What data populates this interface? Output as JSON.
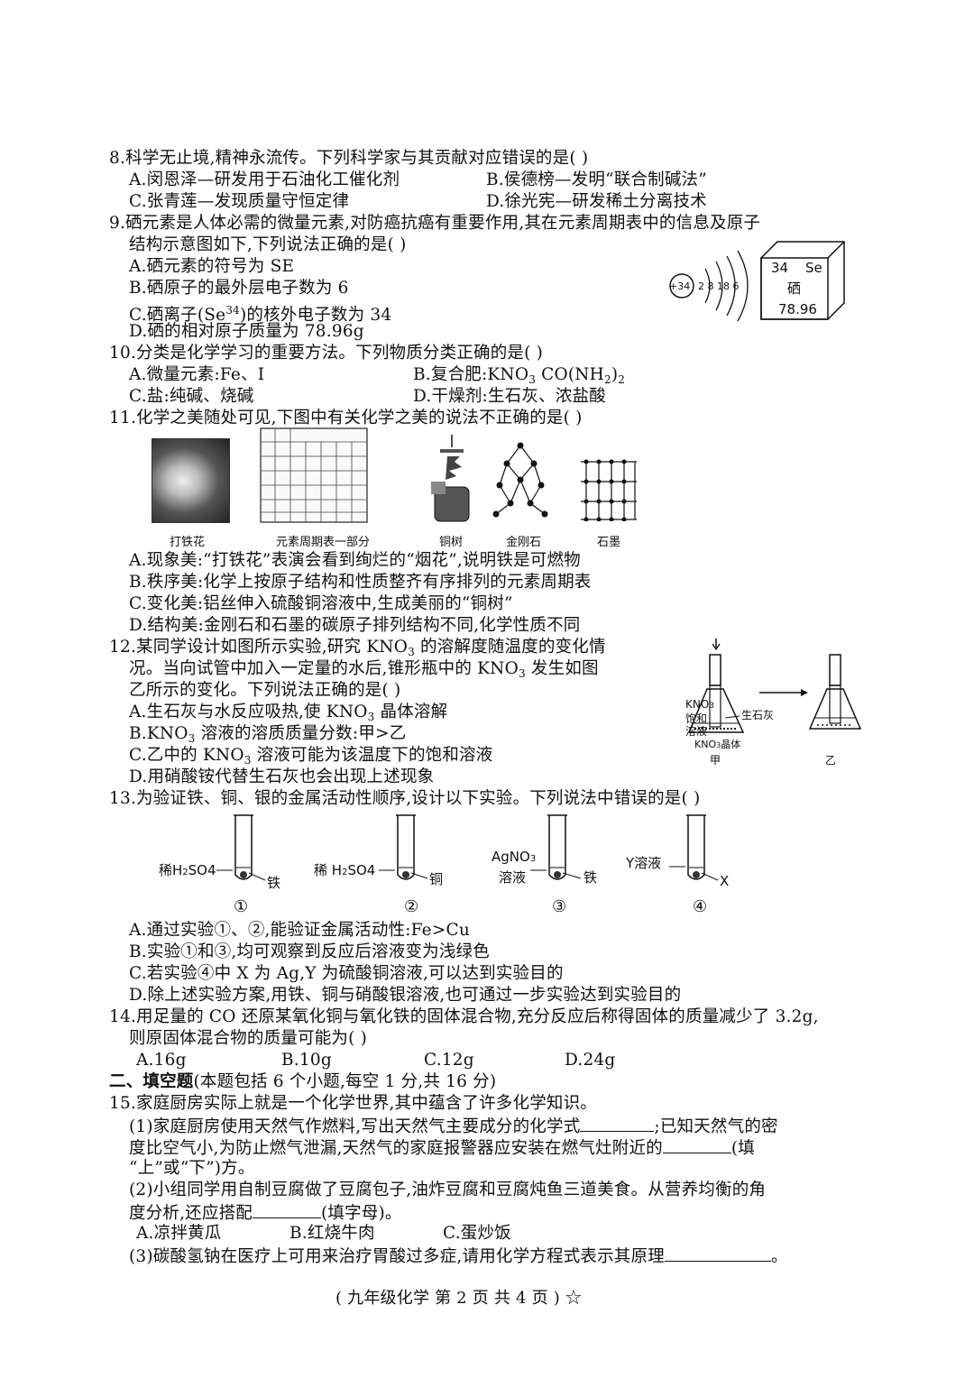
{
  "q8": {
    "stem": "8.科学无止境,精神永流传。下列科学家与其贡献对应错误的是(        )",
    "a": "A.闵恩泽—研发用于石油化工催化剂",
    "b": "B.侯德榜—发明“联合制碱法”",
    "c": "C.张青莲—发现质量守恒定律",
    "d": "D.徐光宪—研发稀土分离技术"
  },
  "q9": {
    "stem1": "9.硒元素是人体必需的微量元素,对防癌抗癌有重要作用,其在元素周期表中的信息及原子",
    "stem2": "结构示意图如下,下列说法正确的是(        )",
    "a": "A.硒元素的符号为 SE",
    "b": "B.硒原子的最外层电子数为 6",
    "c_pre": "C.硒离子(Se",
    "c_sup": "34",
    "c_post": ")的核外电子数为 34",
    "d": "D.硒的相对原子质量为 78.96g",
    "atom_nucleus": "+34",
    "atom_shells": "2 8 18 6",
    "cell_number": "34",
    "cell_symbol": "Se",
    "cell_name": "硒",
    "cell_mass": "78.96"
  },
  "q10": {
    "stem": "10.分类是化学学习的重要方法。下列物质分类正确的是(        )",
    "a": "A.微量元素:Fe、I",
    "b_pre": "B.复合肥:KNO",
    "b_mid": " CO(NH",
    "b_post": ")",
    "sub3": "3",
    "sub2": "2",
    "c": "C.盐:纯碱、烧碱",
    "d": "D.干燥剂:生石灰、浓盐酸"
  },
  "q11": {
    "stem": "11.化学之美随处可见,下图中有关化学之美的说法不正确的是(        )",
    "captions": [
      "打铁花",
      "元素周期表一部分",
      "铜树",
      "金刚石",
      "石墨"
    ],
    "a": "A.现象美:“打铁花”表演会看到绚烂的“烟花”,说明铁是可燃物",
    "b": "B.秩序美:化学上按原子结构和性质整齐有序排列的元素周期表",
    "c": "C.变化美:铝丝伸入硫酸铜溶液中,生成美丽的“铜树”",
    "d": "D.结构美:金刚石和石墨的碳原子排列结构不同,化学性质不同"
  },
  "q12": {
    "stem1_pre": "12.某同学设计如图所示实验,研究 KNO",
    "stem1_post": " 的溶解度随温度的变化情",
    "stem2_pre": "况。当向试管中加入一定量的水后,锥形瓶中的 KNO",
    "stem2_post": " 发生如图",
    "stem3": "乙所示的变化。下列说法正确的是(        )",
    "a_pre": "A.生石灰与水反应吸热,使 KNO",
    "a_post": " 晶体溶解",
    "b_pre": "B.KNO",
    "b_post": " 溶液的溶质质量分数:甲>乙",
    "c_pre": "C.乙中的 KNO",
    "c_post": " 溶液可能为该温度下的饱和溶液",
    "d": "D.用硝酸铵代替生石灰也会出现上述现象",
    "fig_label_kno3": "KNO",
    "fig_label_sat1": "饱和",
    "fig_label_sat2": "溶液",
    "fig_label_cao": "生石灰",
    "fig_label_crystal": "KNO",
    "fig_label_crystal_post": "晶体",
    "fig_jia": "甲",
    "fig_yi": "乙"
  },
  "q13": {
    "stem": "13.为验证铁、铜、银的金属活动性顺序,设计以下实验。下列说法中错误的是(        )",
    "tube1_label": "稀H",
    "tube1_label_mid": "SO4",
    "tube1_metal": "铁",
    "tube2_label": "稀 H",
    "tube2_label_mid": "SO4",
    "tube2_metal": "铜",
    "tube3_label1": "AgNO",
    "tube3_label2": "溶液",
    "tube3_metal": "铁",
    "tube4_label": "Y溶液",
    "tube4_metal": "X",
    "nums": [
      "①",
      "②",
      "③",
      "④"
    ],
    "a": "A.通过实验①、②,能验证金属活动性:Fe>Cu",
    "b": "B.实验①和③,均可观察到反应后溶液变为浅绿色",
    "c": "C.若实验④中 X 为 Ag,Y 为硫酸铜溶液,可以达到实验目的",
    "d": "D.除上述实验方案,用铁、铜与硝酸银溶液,也可通过一步实验达到实验目的"
  },
  "q14": {
    "stem1": "14.用足量的 CO 还原某氧化铜与氧化铁的固体混合物,充分反应后称得固体的质量减少了 3.2g,",
    "stem2": "则原固体混合物的质量可能为(        )",
    "a": "A.16g",
    "b": "B.10g",
    "c": "C.12g",
    "d": "D.24g"
  },
  "section2": {
    "title": "二、填空题",
    "desc": "(本题包括 6 个小题,每空 1 分,共 16 分)"
  },
  "q15": {
    "stem": "15.家庭厨房实际上就是一个化学世界,其中蕴含了许多化学知识。",
    "p1_l1_pre": "(1)家庭厨房使用天然气作燃料,写出天然气主要成分的化学式",
    "p1_l1_post": ";已知天然气的密",
    "p1_l2_pre": "度比空气小,为防止燃气泄漏,天然气的家庭报警器应安装在燃气灶附近的",
    "p1_l2_post": "(填",
    "p1_l3": "“上”或“下”)方。",
    "p2_l1": "(2)小组同学用自制豆腐做了豆腐包子,油炸豆腐和豆腐炖鱼三道美食。从营养均衡的角",
    "p2_l2_pre": "度分析,还应搭配",
    "p2_l2_post": "(填字母)。",
    "p2_a": "A.凉拌黄瓜",
    "p2_b": "B.红烧牛肉",
    "p2_c": "C.蛋炒饭",
    "p3_pre": "(3)碳酸氢钠在医疗上可用来治疗胃酸过多症,请用化学方程式表示其原理",
    "p3_post": "。"
  },
  "footer": "( 九年级化学   第 2 页   共 4 页 ) ☆"
}
